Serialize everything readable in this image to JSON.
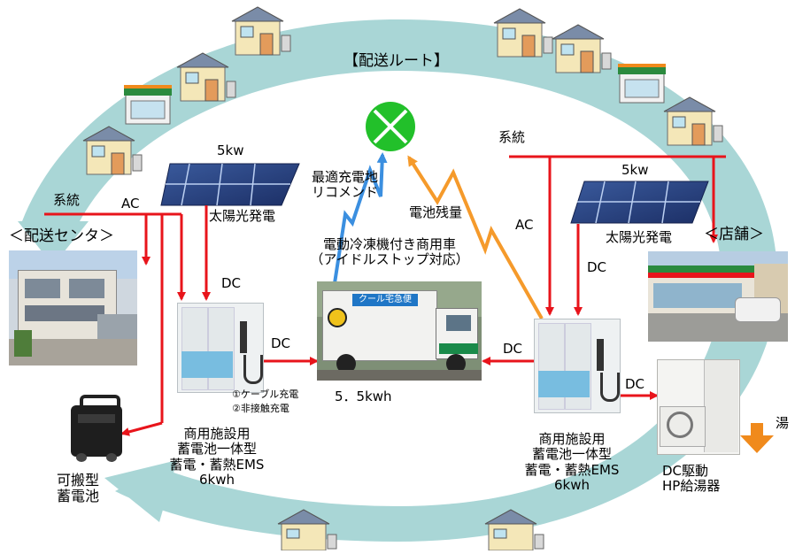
{
  "title": "【配送ルート】",
  "colors": {
    "ring": "#a9d6d6",
    "power_line": "#e8141b",
    "blue_signal": "#3b8fe0",
    "orange_signal": "#f59a2b",
    "target_green": "#22c02a"
  },
  "left_site": {
    "header": "＜配送センタ＞",
    "grid_label": "系統",
    "ac_label": "AC",
    "solar_capacity": "5kw",
    "solar_label": "太陽光発電",
    "dc_label": "DC",
    "storage_label_lines": [
      "商用施設用",
      "蓄電池一体型",
      "蓄電・蓄熱EMS",
      "6kwh"
    ],
    "charging_options": [
      "①ケーブル充電",
      "②非接触充電"
    ],
    "dc_to_truck": "DC",
    "portable_lines": [
      "可搬型",
      "蓄電池"
    ]
  },
  "truck": {
    "title_lines": [
      "電動冷凍機付き商用車",
      "（アイドルストップ対応）"
    ],
    "capacity": "5．5kwh",
    "sign_text": "クール宅急便"
  },
  "signals": {
    "recommend_lines": [
      "最適充電地",
      "リコメンド"
    ],
    "battery_remaining": "電池残量"
  },
  "right_site": {
    "grid_label": "系統",
    "solar_capacity": "5kw",
    "ac_label": "AC",
    "solar_label": "太陽光発電",
    "dc_label": "DC",
    "header": "＜店舗＞",
    "dc_to_truck": "DC",
    "dc_to_heater": "DC",
    "hot_water": "湯",
    "storage_label_lines": [
      "商用施設用",
      "蓄電池一体型",
      "蓄電・蓄熱EMS",
      "6kwh"
    ],
    "heater_lines": [
      "DC駆動",
      "HP給湯器"
    ]
  }
}
